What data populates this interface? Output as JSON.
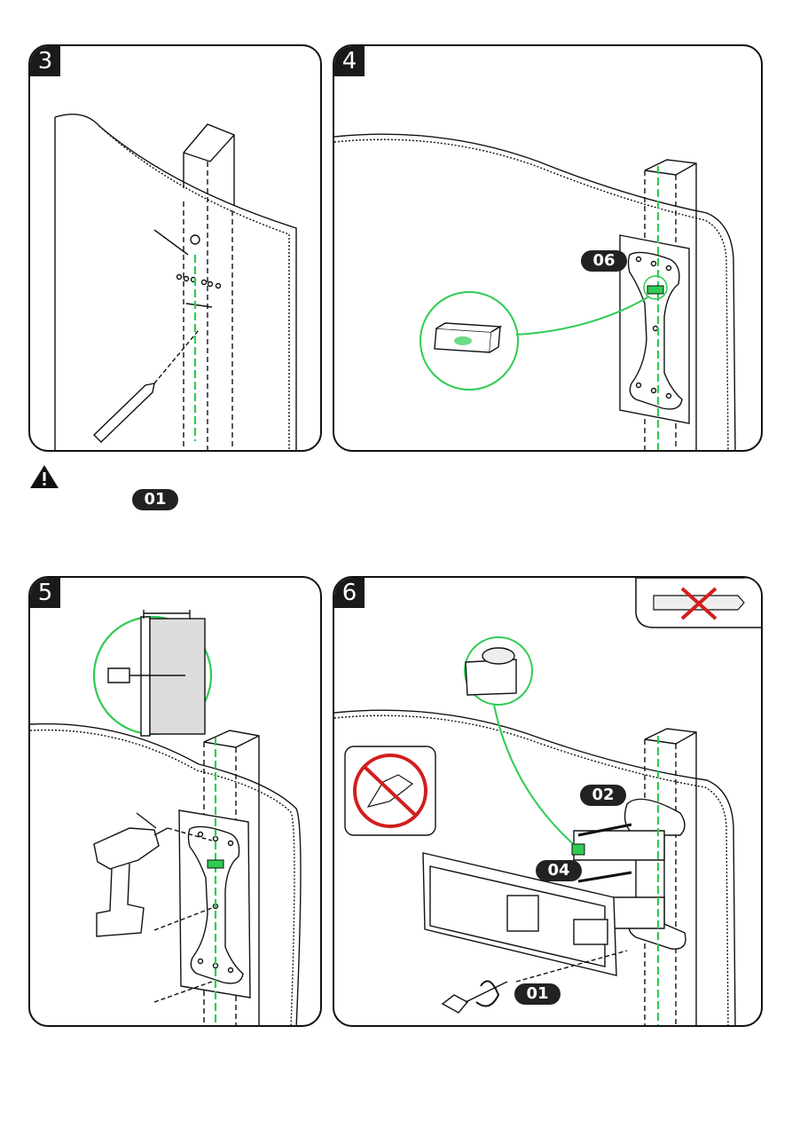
{
  "steps": {
    "s3": {
      "number": "3"
    },
    "s4": {
      "number": "4",
      "part": "06"
    },
    "s5": {
      "number": "5"
    },
    "s6": {
      "number": "6",
      "parts": [
        "02",
        "04",
        "01"
      ]
    }
  },
  "warning": {
    "icon": "warning-triangle-icon",
    "part": "01"
  },
  "colors": {
    "guide": "#2ecc52",
    "dark": "#1a1a1a",
    "prohibit": "#d21e1e"
  }
}
